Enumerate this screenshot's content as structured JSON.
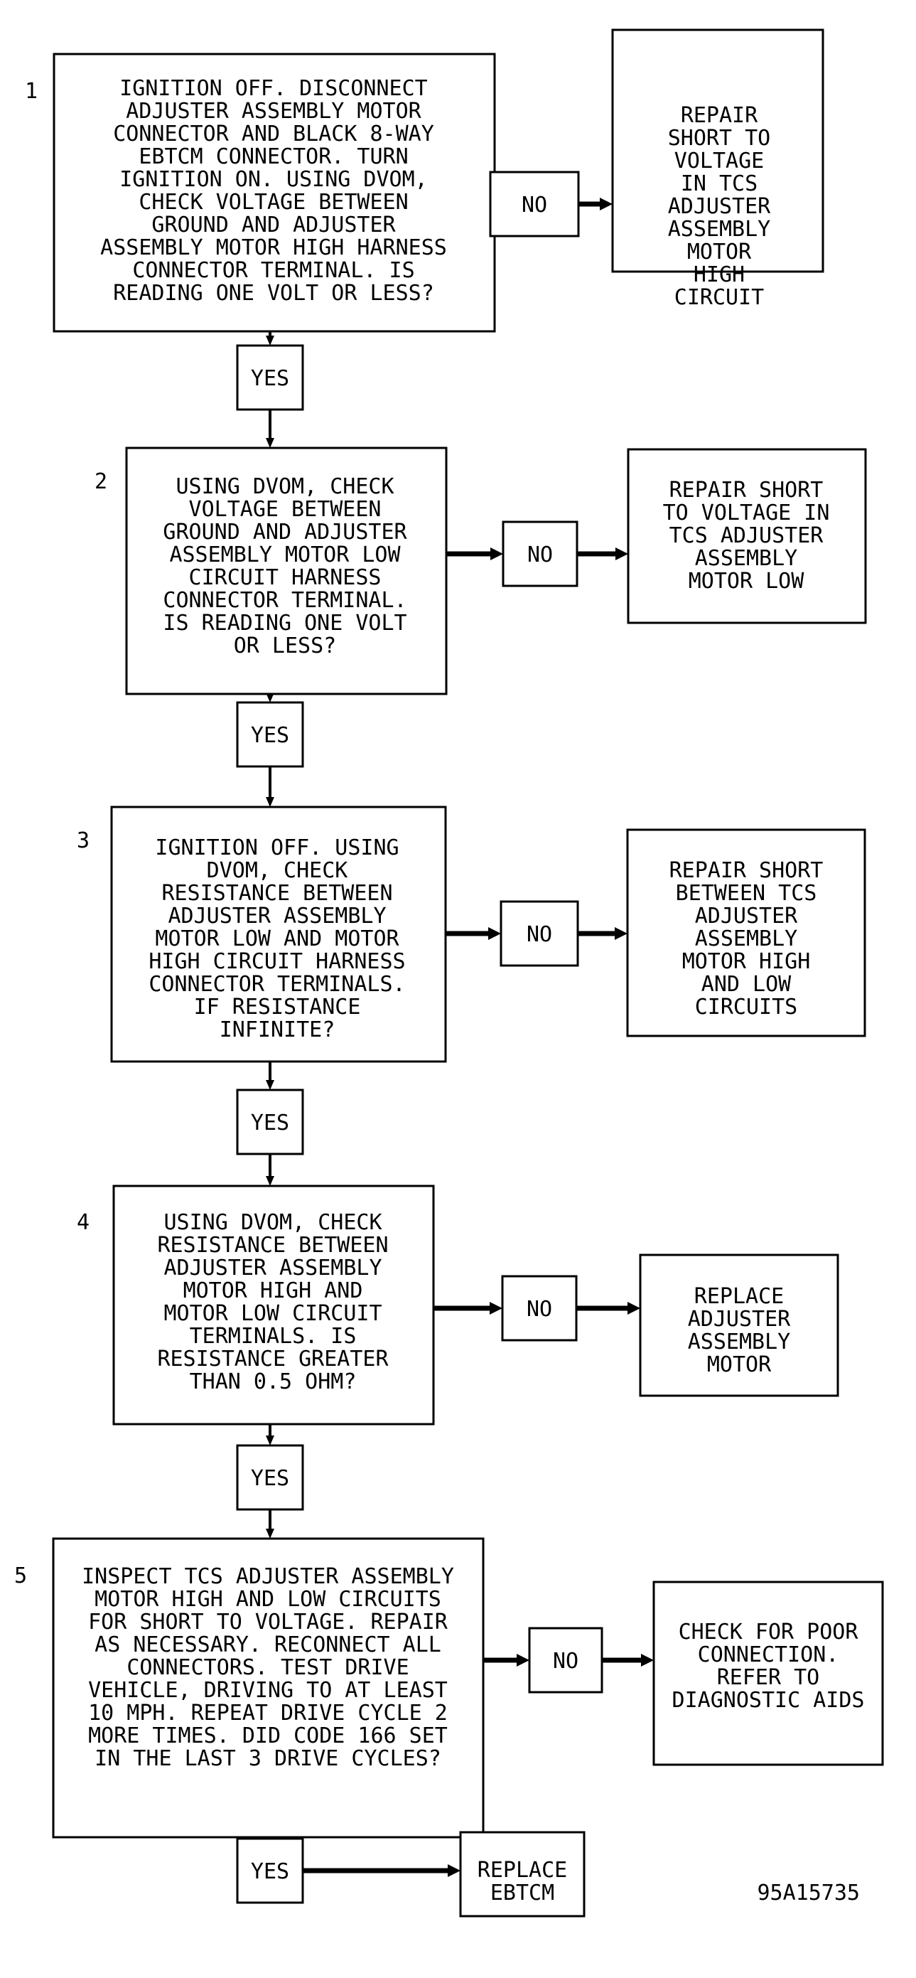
{
  "figure_id": "95A15735",
  "steps": [
    {
      "number": "1",
      "question": [
        "IGNITION OFF. DISCONNECT",
        "ADJUSTER ASSEMBLY MOTOR",
        "CONNECTOR AND BLACK 8-WAY",
        "EBTCM CONNECTOR. TURN",
        "IGNITION ON. USING DVOM,",
        "CHECK VOLTAGE BETWEEN",
        "GROUND AND ADJUSTER",
        "ASSEMBLY MOTOR HIGH HARNESS",
        "CONNECTOR TERMINAL. IS",
        "READING ONE VOLT OR LESS?"
      ],
      "no_label": "NO",
      "no_action": [
        "REPAIR",
        "SHORT TO",
        "VOLTAGE",
        "IN TCS",
        "ADJUSTER",
        "ASSEMBLY",
        "MOTOR",
        "HIGH",
        "CIRCUIT"
      ],
      "yes_label": "YES"
    },
    {
      "number": "2",
      "question": [
        "USING DVOM, CHECK",
        "VOLTAGE BETWEEN",
        "GROUND AND ADJUSTER",
        "ASSEMBLY MOTOR LOW",
        "CIRCUIT HARNESS",
        "CONNECTOR TERMINAL.",
        "IS READING ONE VOLT",
        "OR LESS?"
      ],
      "no_label": "NO",
      "no_action": [
        "REPAIR SHORT",
        "TO VOLTAGE IN",
        "TCS ADJUSTER",
        "ASSEMBLY",
        "MOTOR LOW"
      ],
      "yes_label": "YES"
    },
    {
      "number": "3",
      "question": [
        "IGNITION OFF. USING",
        "DVOM, CHECK",
        "RESISTANCE BETWEEN",
        "ADJUSTER ASSEMBLY",
        "MOTOR LOW AND MOTOR",
        "HIGH CIRCUIT HARNESS",
        "CONNECTOR TERMINALS.",
        "IF RESISTANCE",
        "INFINITE?"
      ],
      "no_label": "NO",
      "no_action": [
        "REPAIR SHORT",
        "BETWEEN TCS",
        "ADJUSTER",
        "ASSEMBLY",
        "MOTOR HIGH",
        "AND LOW",
        "CIRCUITS"
      ],
      "yes_label": "YES"
    },
    {
      "number": "4",
      "question": [
        "USING DVOM, CHECK",
        "RESISTANCE BETWEEN",
        "ADJUSTER ASSEMBLY",
        "MOTOR HIGH AND",
        "MOTOR LOW CIRCUIT",
        "TERMINALS. IS",
        "RESISTANCE GREATER",
        "THAN 0.5 OHM?"
      ],
      "no_label": "NO",
      "no_action": [
        "REPLACE",
        "ADJUSTER",
        "ASSEMBLY",
        "MOTOR"
      ],
      "yes_label": "YES"
    },
    {
      "number": "5",
      "question": [
        "INSPECT TCS ADJUSTER ASSEMBLY",
        "MOTOR HIGH AND LOW CIRCUITS",
        "FOR SHORT TO VOLTAGE. REPAIR",
        "AS NECESSARY. RECONNECT ALL",
        "CONNECTORS. TEST DRIVE",
        "VEHICLE, DRIVING TO AT LEAST",
        "10 MPH. REPEAT DRIVE CYCLE 2",
        "MORE TIMES. DID CODE 166 SET",
        "IN THE LAST 3 DRIVE CYCLES?"
      ],
      "no_label": "NO",
      "no_action": [
        "CHECK FOR POOR",
        "CONNECTION.",
        "REFER TO",
        "DIAGNOSTIC AIDS"
      ],
      "yes_label": "YES",
      "yes_action": [
        "REPLACE",
        "EBTCM"
      ]
    }
  ]
}
